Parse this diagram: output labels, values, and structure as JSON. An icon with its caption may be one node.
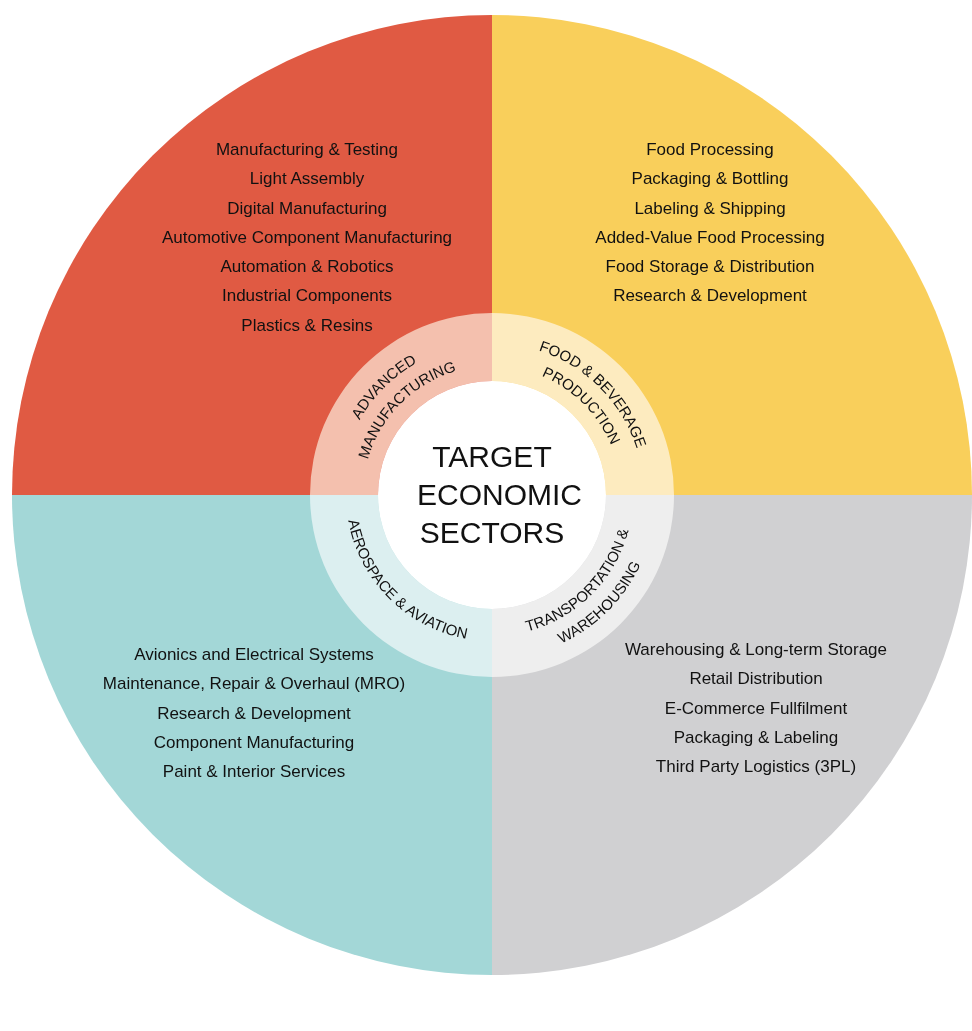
{
  "diagram": {
    "nodes": [
      {
        "text": [
          "TARGET ECONOMIC SECTORS"
        ]
      },
      {
        "text": [
          "Manufacturing & Testing",
          "Light Assembly",
          "Digital Manufacturing",
          "Automotive Component Manufacturing",
          "Automation & Robotics",
          "Industrial Components",
          "Plastics & Resins"
        ]
      },
      {
        "text": [
          "ADVANCED MANUFACTURING"
        ],
        "in": 1
      },
      {
        "text": [
          "Food Processing",
          "Packaging & Bottling",
          "Labeling & Shipping",
          "Added-Value Food Processing",
          "Food Storage & Distribution",
          "Research & Development"
        ]
      },
      {
        "text": [
          "FOOD & BEVERAGE PRODUCTION"
        ],
        "in": 3
      },
      {
        "text": [
          "Avionics and Electrical Systems",
          "Maintenance, Repair & Overhaul (MRO)",
          "Research & Development",
          "Component Manufacturing",
          "Paint & Interior Services"
        ]
      },
      {
        "text": [
          "AEROSPACE & AVIATION"
        ],
        "in": 5
      },
      {
        "text": [
          "Warehousing & Long-term Storage",
          "Retail Distribution",
          "E-Commerce Fullfilment",
          "Packaging & Labeling",
          "Third Party Logistics (3PL)"
        ]
      },
      {
        "text": [
          "TRANSPORTATION & WAREHOUSING"
        ],
        "in": 7
      }
    ]
  }
}
